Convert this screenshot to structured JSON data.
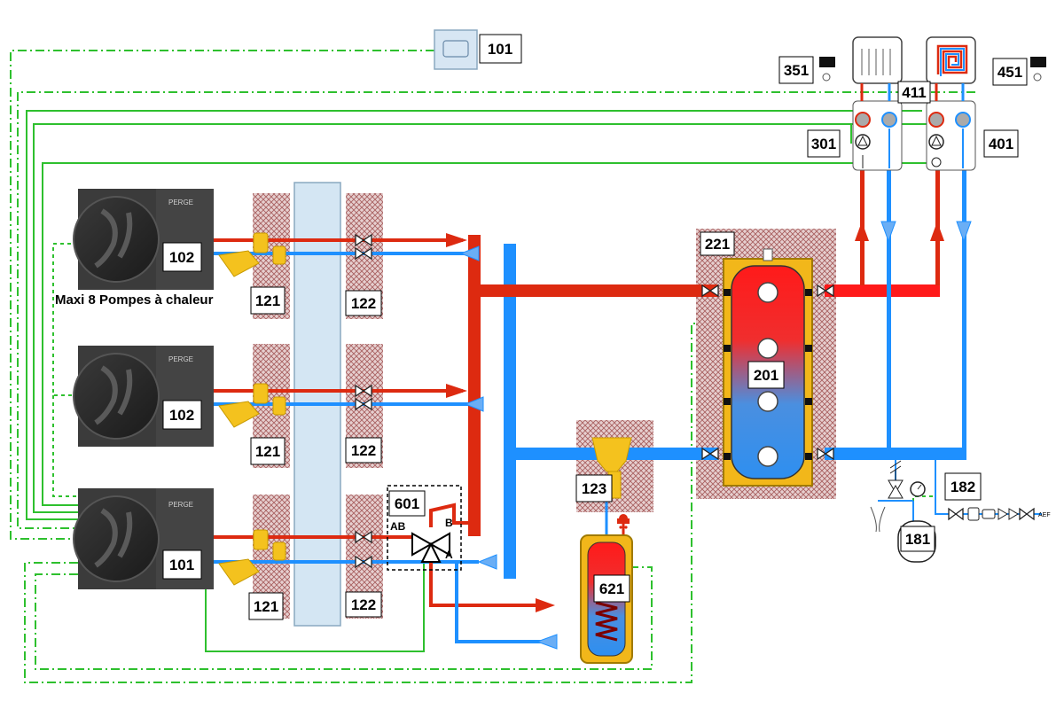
{
  "labels": {
    "controller_top": "101",
    "thermostat_left": "351",
    "thermostat_right": "451",
    "pump_group_link": "411",
    "pump_group_left": "301",
    "pump_group_right": "401",
    "buffer_insulation": "221",
    "buffer_tank": "201",
    "heat_pump_1": "102",
    "heat_pump_2": "102",
    "heat_pump_3": "101",
    "filter_1": "121",
    "filter_2": "121",
    "filter_3": "121",
    "valves_1": "122",
    "valves_2": "122",
    "valves_3": "122",
    "diverter_valve": "601",
    "sludge_separator": "123",
    "dhw_tank": "621",
    "expansion_group": "182",
    "expansion_vessel": "181"
  },
  "caption": "Maxi 8 Pompes à chaleur",
  "brand": "PERGE",
  "valve_ports": {
    "ab": "AB",
    "a": "A",
    "b": "B"
  },
  "aef_label": "AEF",
  "colors": {
    "flow": "#dd2a10",
    "return": "#1e90ff",
    "control_wire": "#2ec02e",
    "insulation": "#c08f8f",
    "buffer_frame": "#f2b71a",
    "separator": "#f4c21e"
  }
}
